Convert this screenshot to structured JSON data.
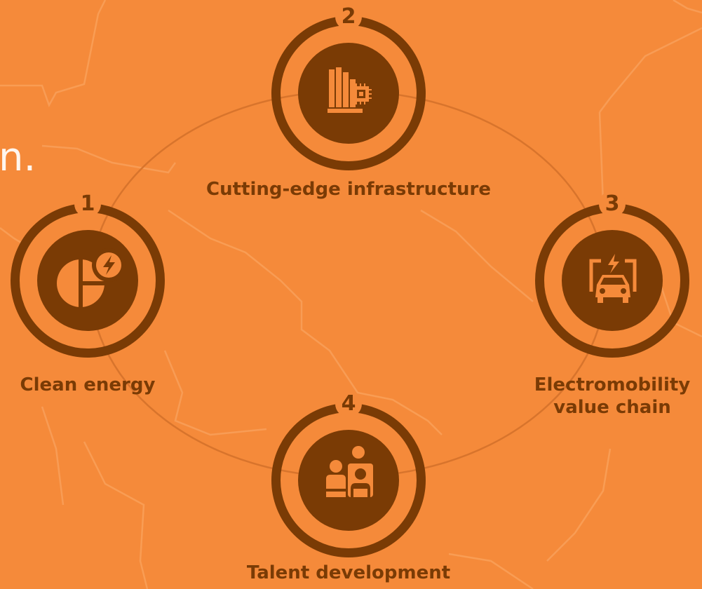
{
  "heading_fragment": "n.",
  "nodes": [
    {
      "number": "1",
      "label_lines": [
        "Clean energy"
      ],
      "icon": "clean-energy-icon"
    },
    {
      "number": "2",
      "label_lines": [
        "Cutting-edge infrastructure"
      ],
      "icon": "factory-chip-icon"
    },
    {
      "number": "3",
      "label_lines": [
        "Electromobility",
        "value chain"
      ],
      "icon": "ev-charging-icon"
    },
    {
      "number": "4",
      "label_lines": [
        "Talent development"
      ],
      "icon": "people-group-icon"
    }
  ],
  "colors": {
    "background": "#f58a3a",
    "primary": "#7a3b05",
    "map_lines": "#f9a35e",
    "heading_text": "#fff6ee"
  }
}
